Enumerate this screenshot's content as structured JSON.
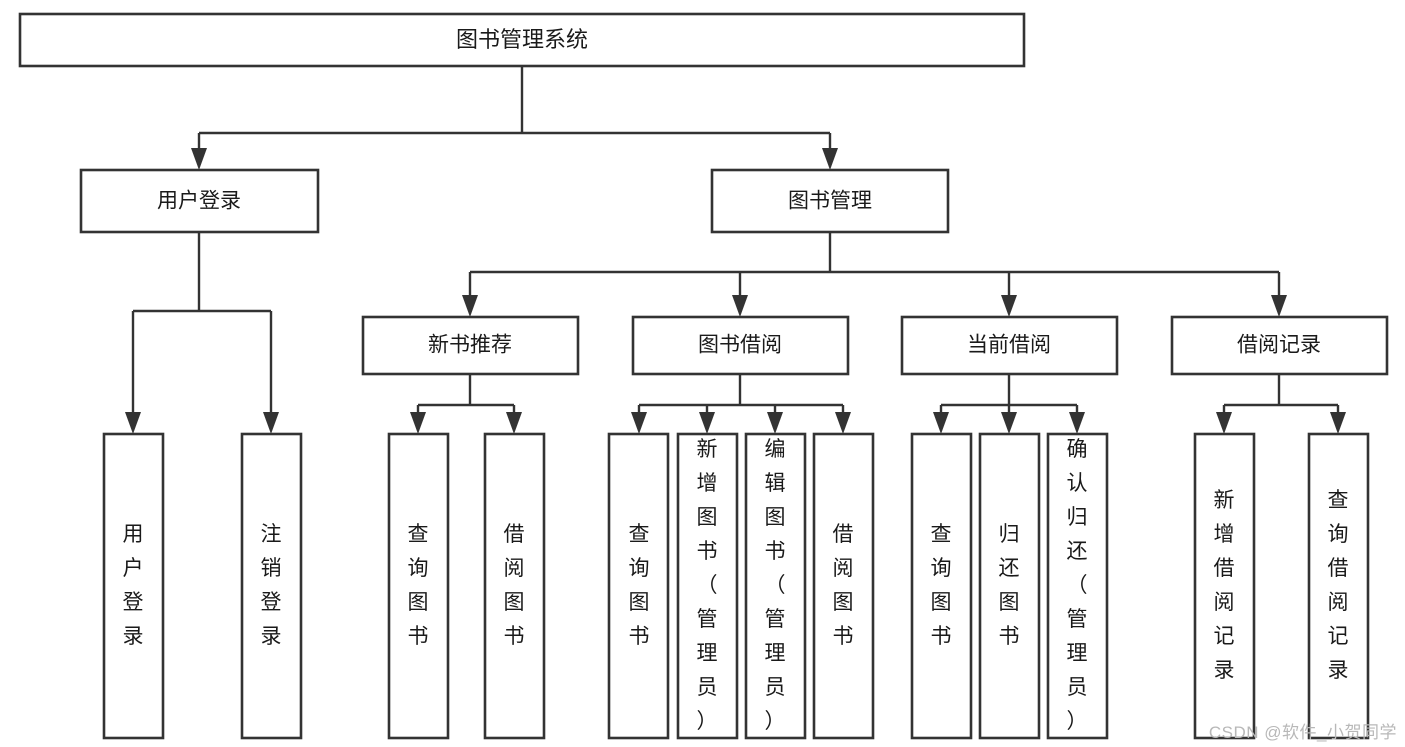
{
  "diagram": {
    "type": "tree-hierarchy",
    "title": "图书管理系统",
    "watermark": "CSDN @软件_小贺同学",
    "nodes": {
      "root": {
        "label": "图书管理系统"
      },
      "level1": [
        {
          "id": "user-login",
          "label": "用户登录"
        },
        {
          "id": "book-management",
          "label": "图书管理"
        }
      ],
      "level2": [
        {
          "id": "new-book-recommend",
          "label": "新书推荐"
        },
        {
          "id": "book-borrow",
          "label": "图书借阅"
        },
        {
          "id": "current-borrow",
          "label": "当前借阅"
        },
        {
          "id": "borrow-record",
          "label": "借阅记录"
        }
      ],
      "leaves": [
        {
          "id": "leaf-user-login",
          "label": "用户登录",
          "parent": "user-login"
        },
        {
          "id": "leaf-logout-login",
          "label": "注销登录",
          "parent": "user-login"
        },
        {
          "id": "leaf-query-book-1",
          "label": "查询图书",
          "parent": "new-book-recommend"
        },
        {
          "id": "leaf-borrow-book-1",
          "label": "借阅图书",
          "parent": "new-book-recommend"
        },
        {
          "id": "leaf-query-book-2",
          "label": "查询图书",
          "parent": "book-borrow"
        },
        {
          "id": "leaf-add-book",
          "label": "新增图书（管理员）",
          "parent": "book-borrow"
        },
        {
          "id": "leaf-edit-book",
          "label": "编辑图书（管理员）",
          "parent": "book-borrow"
        },
        {
          "id": "leaf-borrow-book-2",
          "label": "借阅图书",
          "parent": "book-borrow"
        },
        {
          "id": "leaf-query-book-3",
          "label": "查询图书",
          "parent": "current-borrow"
        },
        {
          "id": "leaf-return-book",
          "label": "归还图书",
          "parent": "current-borrow"
        },
        {
          "id": "leaf-confirm-return",
          "label": "确认归还（管理员）",
          "parent": "current-borrow"
        },
        {
          "id": "leaf-add-record",
          "label": "新增借阅记录",
          "parent": "borrow-record"
        },
        {
          "id": "leaf-query-record",
          "label": "查询借阅记录",
          "parent": "borrow-record"
        }
      ]
    },
    "colors": {
      "box_stroke": "#333333",
      "box_fill": "#ffffff",
      "text": "#1a1a1a",
      "connector": "#333333",
      "watermark": "#b8b8b8",
      "background": "#ffffff"
    }
  }
}
